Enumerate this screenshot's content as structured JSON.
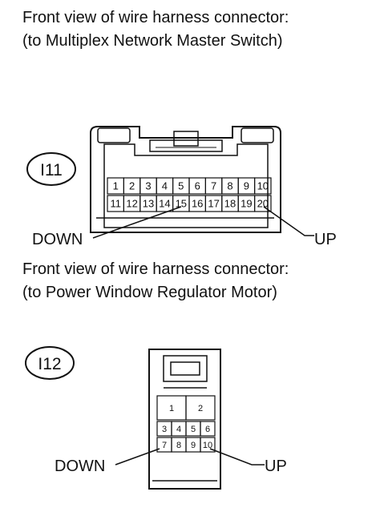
{
  "captions": {
    "first_line1": "Front view of wire harness connector:",
    "first_line2": "(to Multiplex Network Master Switch)",
    "second_line1": "Front view of wire harness connector:",
    "second_line2": "(to Power Window Regulator Motor)"
  },
  "connector_i11": {
    "id": "I11",
    "top_row": [
      "1",
      "2",
      "3",
      "4",
      "5",
      "6",
      "7",
      "8",
      "9",
      "10"
    ],
    "bottom_row": [
      "11",
      "12",
      "13",
      "14",
      "15",
      "16",
      "17",
      "18",
      "19",
      "20"
    ],
    "callout_down": "DOWN",
    "callout_up": "UP"
  },
  "connector_i12": {
    "id": "I12",
    "big_row": [
      "1",
      "2"
    ],
    "mid_row": [
      "3",
      "4",
      "5",
      "6"
    ],
    "low_row": [
      "7",
      "8",
      "9",
      "10"
    ],
    "callout_down": "DOWN",
    "callout_up": "UP"
  }
}
